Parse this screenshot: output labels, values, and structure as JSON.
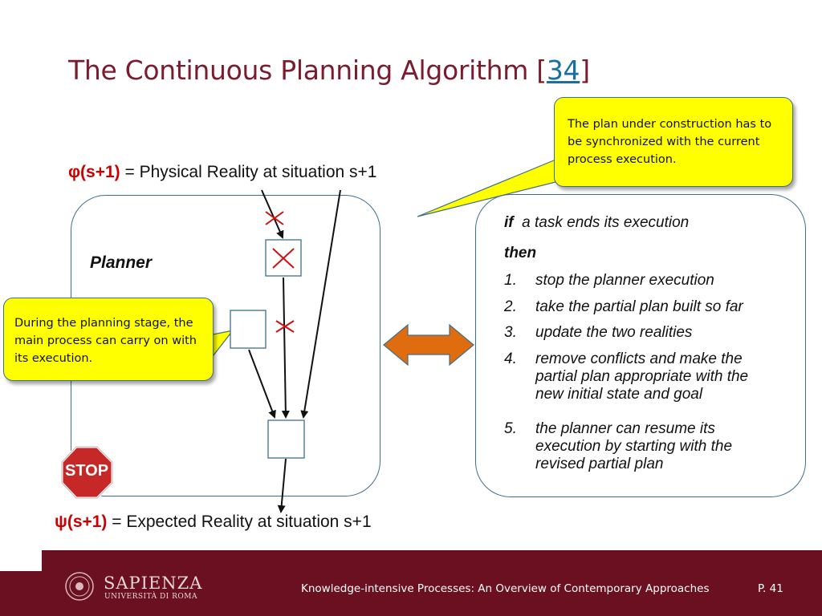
{
  "title": {
    "text": "The Continuous Planning Algorithm [",
    "ref": "34",
    "close": "]"
  },
  "phi": {
    "symbol": "φ(s+1)",
    "text": " = Physical Reality at situation s+1"
  },
  "psi": {
    "symbol": "ψ(s+1)",
    "text": " = Expected Reality at situation s+1"
  },
  "planner_label": "Planner",
  "callout_right": "The plan under construction has to be synchronized with the current process execution.",
  "callout_left": "During the planning stage, the main process can carry on with its execution.",
  "stop_sign": "STOP",
  "steps": {
    "if_kw": "if",
    "if_text": "  a task ends its execution",
    "then_kw": "then",
    "items": [
      {
        "num": "1.",
        "text": "stop the planner execution"
      },
      {
        "num": "2.",
        "text": "take the partial plan built so far"
      },
      {
        "num": "3.",
        "text": "update the two realities"
      },
      {
        "num": "4.",
        "text": "remove conflicts and make the partial plan appropriate with the new initial state and goal"
      },
      {
        "num": "5.",
        "text": "the planner can resume its execution by starting with the revised partial plan"
      }
    ]
  },
  "footer": {
    "university_name": "SAPIENZA",
    "university_sub": "UNIVERSITÀ DI ROMA",
    "text": "Knowledge-intensive Processes: An Overview of Contemporary Approaches",
    "page": "P. 41"
  },
  "colors": {
    "title": "#7a1b2e",
    "accent_red": "#cc0000",
    "callout": "#ffff00",
    "footer": "#6b1020",
    "double_arrow": "#e06c10",
    "box_border": "#3d6f8a"
  }
}
